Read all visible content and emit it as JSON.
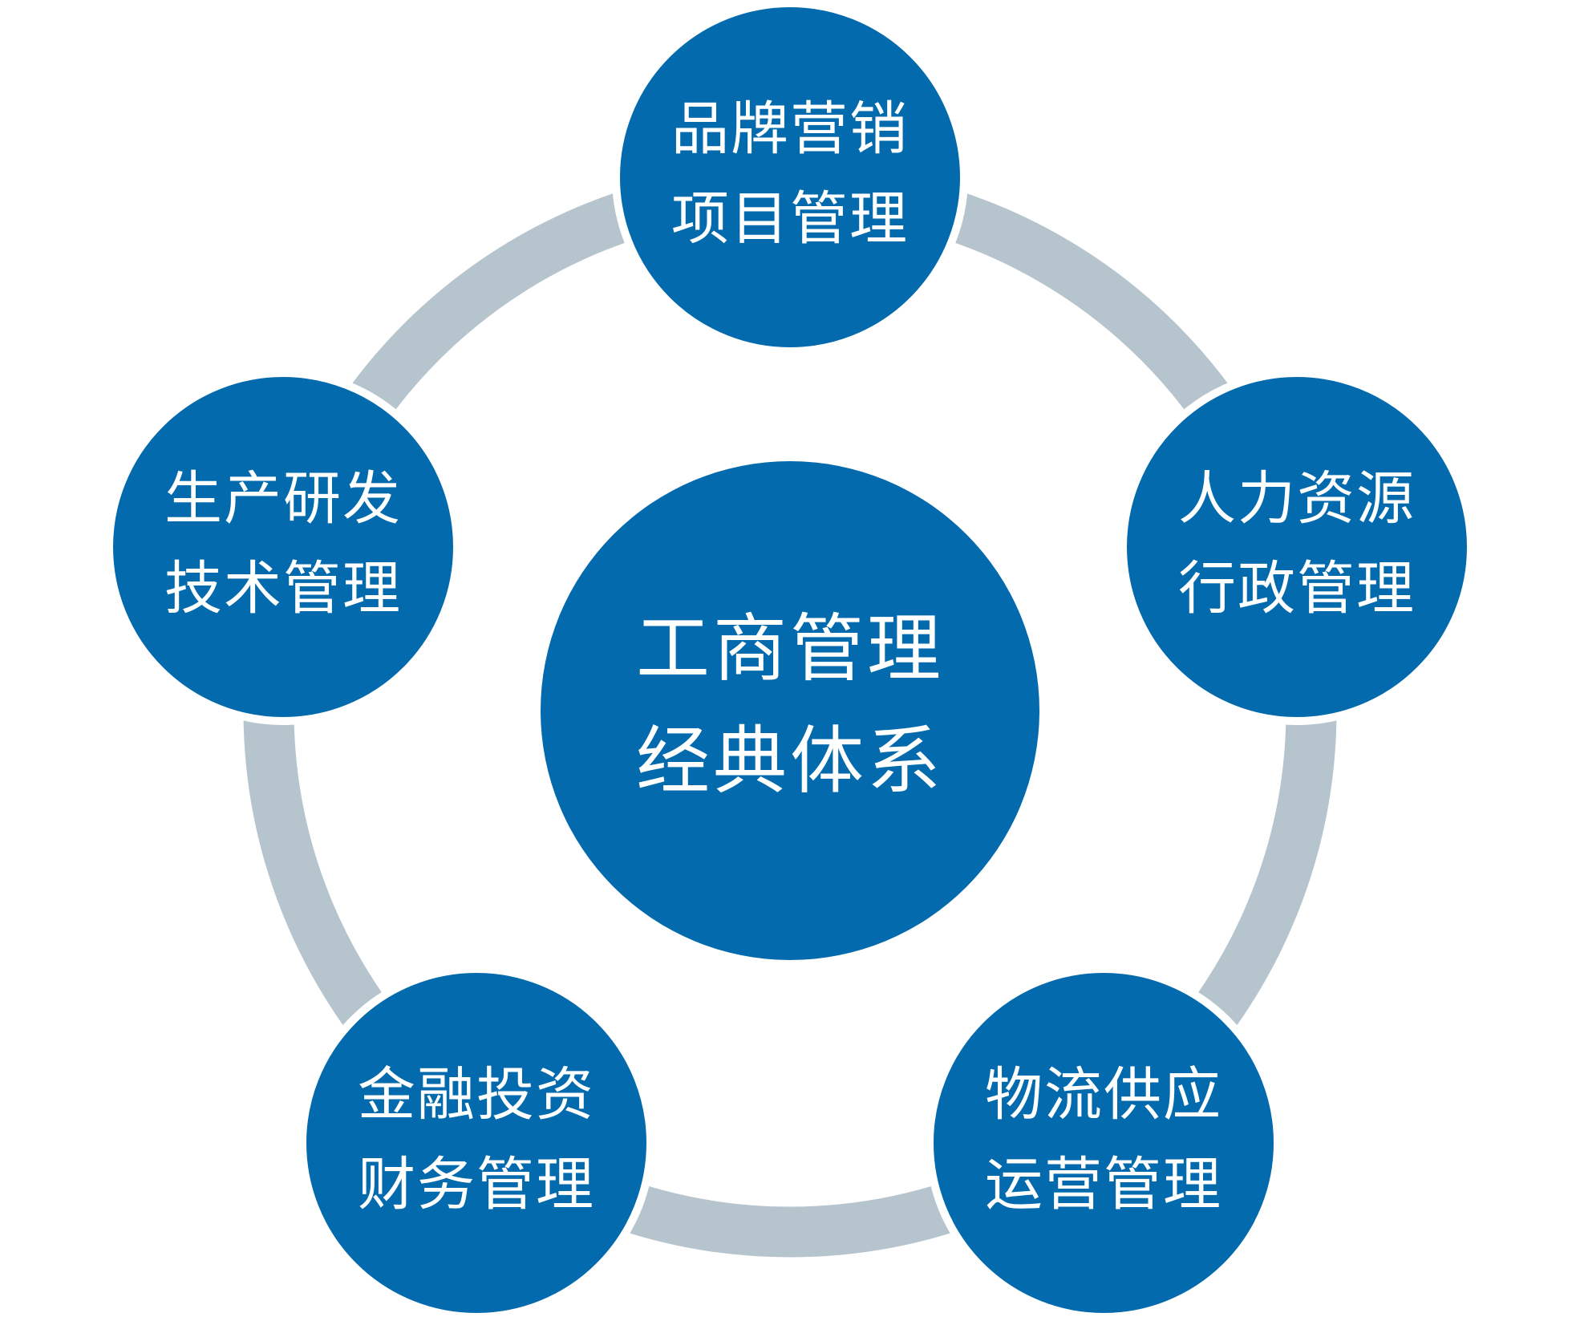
{
  "colors": {
    "node": "#036AAD",
    "ring": "#B6C4CD",
    "text": "#FFFFFF"
  },
  "center": {
    "line1": "工商管理",
    "line2": "经典体系"
  },
  "nodes": [
    {
      "line1": "品牌营销",
      "line2": "项目管理"
    },
    {
      "line1": "人力资源",
      "line2": "行政管理"
    },
    {
      "line1": "物流供应",
      "line2": "运营管理"
    },
    {
      "line1": "金融投资",
      "line2": "财务管理"
    },
    {
      "line1": "生产研发",
      "line2": "技术管理"
    }
  ]
}
